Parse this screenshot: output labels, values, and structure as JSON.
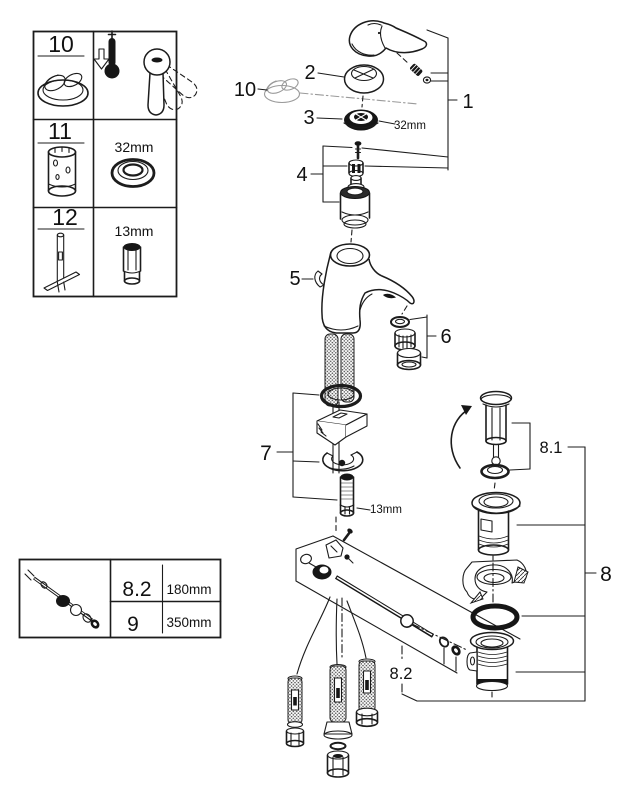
{
  "legend_top": {
    "rows": [
      {
        "number": "10"
      },
      {
        "number": "11",
        "size": "32mm"
      },
      {
        "number": "12",
        "size": "13mm"
      }
    ]
  },
  "legend_bottom": {
    "rows": [
      {
        "number": "8.2",
        "length": "180mm"
      },
      {
        "number": "9",
        "length": "350mm"
      }
    ]
  },
  "diagram": {
    "callouts": {
      "handle_assembly": "1",
      "handle_ring": "2",
      "escutcheon": "3",
      "cartridge_group": "4",
      "temp_stop_lever": "5",
      "aerator_group": "6",
      "mounting_group": "7",
      "drain_assembly": "8",
      "drain_plug_group": "8.1",
      "popup_rod_group": "8.2",
      "temp_limiter_cap": "10"
    },
    "dimensions": {
      "escutcheon_wrench": "32mm",
      "mounting_nut_wrench": "13mm"
    }
  },
  "colors": {
    "line": "#1c1c1c",
    "muted": "#9a9a9a",
    "paper": "#ffffff"
  }
}
